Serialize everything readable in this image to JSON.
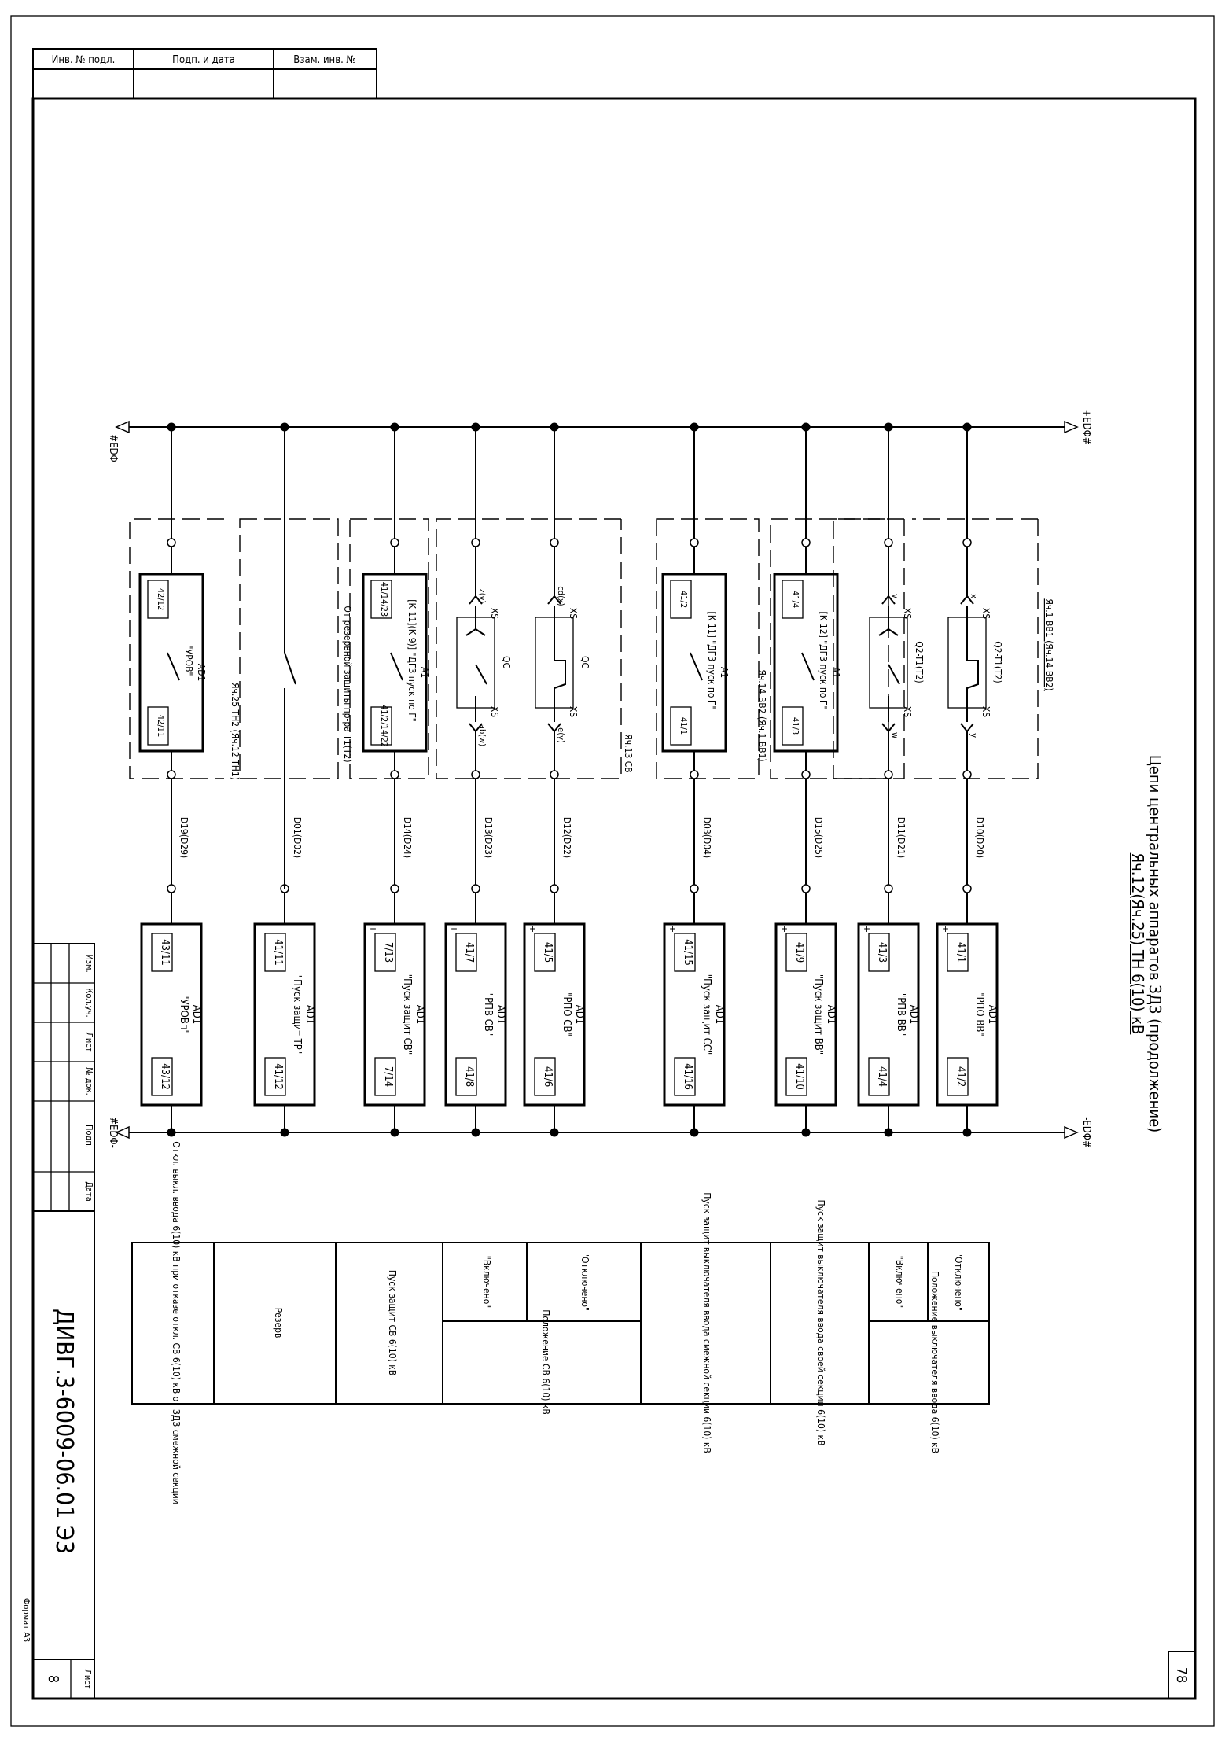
{
  "stamp": {
    "inv_podl": "Инв. № подл.",
    "podp_data": "Подп. и дата",
    "vzam_inv": "Взам. инв. №"
  },
  "title": {
    "line1": "Яч.12(Яч.25) ТН 6(10) кВ",
    "line2": "Цепи центральных аппаратов ЗДЗ (продолжение)"
  },
  "bus": {
    "plus": "+EDΦ#",
    "minus": "-EDΦ#",
    "plus_left": "#EDΦ",
    "minus_left": "#EDΦ-"
  },
  "cells": {
    "vv1": "Яч.1 ВВ1 (Яч.14 ВВ2)",
    "vv2": "Яч.14 ВВ2 (Яч.1 ВВ1)",
    "sv": "Яч.13 СВ",
    "th2": "Яч.25 ТН2 (Яч.12 ТН1)",
    "reserve": "От резервной защиты пр-ра Т1(Т2)"
  },
  "columns": [
    {
      "top": "Q2-T1(T2)",
      "xs_a": "x",
      "xs_b": "y",
      "xs": "XS",
      "wire": "D10(D20)",
      "t1": "41/1",
      "t2": "41/2",
      "ad": "AD1",
      "sig": "\"РПО ВВ\"",
      "kind": "ssw"
    },
    {
      "top": "Q2-T1(T2)",
      "xs_a": "v",
      "xs_b": "w",
      "xs": "XS",
      "wire": "D11(D21)",
      "t1": "41/3",
      "t2": "41/4",
      "ad": "AD1",
      "sig": "\"РПВ ВВ\"",
      "kind": "sw"
    },
    {
      "top": "A1",
      "k1": "41/4",
      "k2": "41/3",
      "klabel": "[К 12] \"ДГ3 пуск по Г\"",
      "wire": "D15(D25)",
      "t1": "41/9",
      "t2": "41/10",
      "ad": "AD1",
      "sig": "\"Пуск защит ВВ\"",
      "kind": "relay"
    },
    {
      "top": "A1",
      "k1": "41/2",
      "k2": "41/1",
      "klabel": "[К 11] \"ДГ3 пуск по Г\"",
      "wire": "D03(D04)",
      "t1": "41/15",
      "t2": "41/16",
      "ad": "AD1",
      "sig": "\"Пуск защит СС\"",
      "kind": "relay"
    },
    {
      "top": "QC",
      "xs_a": "cd(x)",
      "xs_b": "e(y)",
      "xs": "XS",
      "wire": "D12(D22)",
      "t1": "41/5",
      "t2": "41/6",
      "ad": "AD1",
      "sig": "\"РПО СВ\"",
      "kind": "ssw"
    },
    {
      "top": "QC",
      "xs_a": "z(v)",
      "xs_b": "ab(w)",
      "xs": "XS",
      "wire": "D13(D23)",
      "t1": "41/7",
      "t2": "41/8",
      "ad": "AD1",
      "sig": "\"РПВ СВ\"",
      "kind": "sw"
    },
    {
      "top": "A1",
      "k1": "41/14/23",
      "k2": "41/2/14/22",
      "klabel": "[К 11](К 9)] \"ДГ3 пуск по Г\"",
      "wire": "D14(D24)",
      "t1": "7/13",
      "t2": "7/14",
      "ad": "AD1",
      "sig": "\"Пуск защит СВ\"",
      "kind": "relay"
    },
    {
      "wire": "D01(D02)",
      "t1": "41/11",
      "t2": "41/12",
      "ad": "AD1",
      "sig": "\"Пуск защит ТР\"",
      "kind": "plain"
    },
    {
      "k1": "42/12",
      "k2": "42/11",
      "klabel": "\"УРОВ\"",
      "kad": "AD1",
      "wire": "D19(D29)",
      "t1": "43/11",
      "t2": "43/12",
      "ad": "AD1",
      "sig": "\"УРОВп\"",
      "kind": "relay"
    }
  ],
  "legend": [
    {
      "col1": "\"Отключено\"",
      "col2": "\"Включено\"",
      "desc": "Положение выключателя ввода 6(10) кВ"
    },
    {
      "desc": "Пуск защит выключателя ввода своей секции 6(10) кВ"
    },
    {
      "desc": "Пуск защит выключателя ввода смежной секции 6(10) кВ"
    },
    {
      "col1": "\"Отключено\"",
      "col2": "\"Включено\"",
      "desc": "Положение СВ 6(10) кВ"
    },
    {
      "desc": "Пуск защит СВ 6(10) кВ"
    },
    {
      "desc": "Резерв"
    },
    {
      "desc": "Откл. выкл. ввода 6(10) кВ при отказе откл. СВ 6(10) кВ от ЗДЗ смежной секции"
    }
  ],
  "titleblock": {
    "izm": "Изм.",
    "kol": "Кол.уч.",
    "list": "Лист",
    "ndoc": "№ док.",
    "podp": "Подп.",
    "data": "Дата",
    "code": "ДИВГ.3-6009-06.01 Э3",
    "sheet_label": "Лист",
    "sheet_no": "8",
    "format": "Формат А3",
    "page_no": "78"
  }
}
